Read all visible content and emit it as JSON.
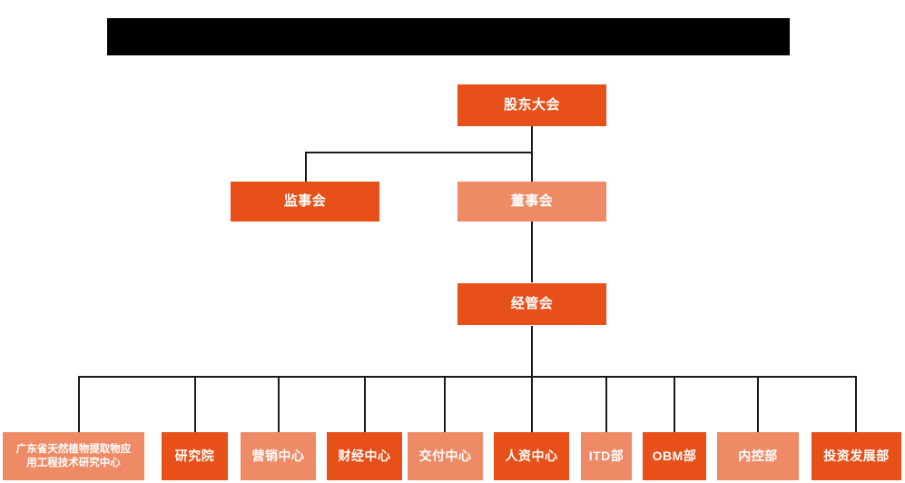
{
  "diagram": {
    "title_banner": "",
    "type": "organization-chart",
    "colors": {
      "accent_dark": "#E8501A",
      "accent_light": "#EE8B66",
      "line": "#1a1a1a",
      "banner": "#000000",
      "background": "#ffffff",
      "text": "#ffffff"
    },
    "levels": {
      "level1": [
        {
          "id": "shareholders",
          "label": "股东大会",
          "shade": "dark"
        }
      ],
      "level2": [
        {
          "id": "supervisors",
          "label": "监事会",
          "shade": "dark"
        },
        {
          "id": "directors",
          "label": "董事会",
          "shade": "light"
        }
      ],
      "level3": [
        {
          "id": "management",
          "label": "经管会",
          "shade": "dark"
        }
      ],
      "departments": [
        {
          "id": "research-center",
          "label": "广东省天然植物提取物应\n用工程技术研究中心",
          "line1": "广东省天然植物提取物应",
          "line2": "用工程技术研究中心",
          "shade": "light"
        },
        {
          "id": "institute",
          "label": "研究院",
          "shade": "dark"
        },
        {
          "id": "marketing-center",
          "label": "营销中心",
          "shade": "light"
        },
        {
          "id": "finance-center",
          "label": "财经中心",
          "shade": "dark"
        },
        {
          "id": "delivery-center",
          "label": "交付中心",
          "shade": "light"
        },
        {
          "id": "hr-center",
          "label": "人资中心",
          "shade": "dark"
        },
        {
          "id": "itd-dept",
          "label": "ITD部",
          "shade": "light"
        },
        {
          "id": "obm-dept",
          "label": "OBM部",
          "shade": "dark"
        },
        {
          "id": "internal-control-dept",
          "label": "内控部",
          "shade": "light"
        },
        {
          "id": "investment-development-dept",
          "label": "投资发展部",
          "shade": "dark"
        }
      ]
    }
  }
}
